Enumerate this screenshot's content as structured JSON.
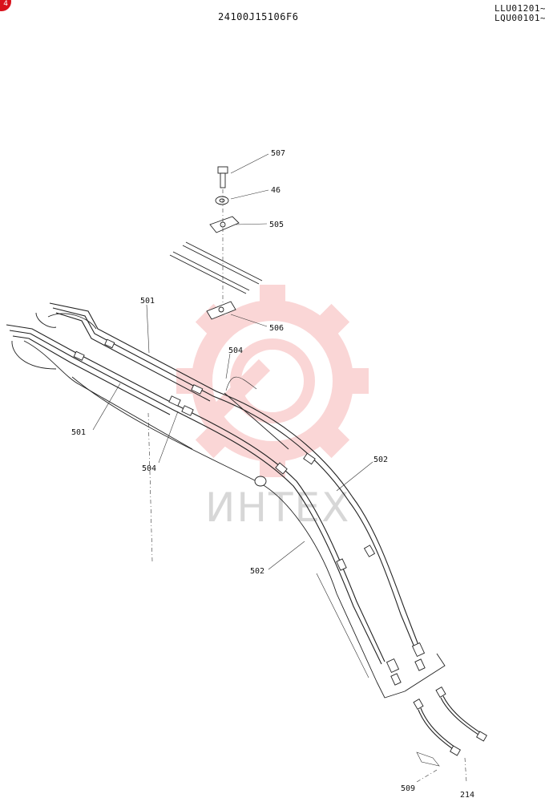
{
  "header": {
    "doc_code": "24100J15106F6",
    "serials": [
      "LLU01201~",
      "LQU00101~"
    ],
    "badge": "4"
  },
  "watermark": {
    "text": "ИНТЕХ",
    "color": "#f4a0a0"
  },
  "callouts": [
    {
      "id": "507",
      "label": "507"
    },
    {
      "id": "46",
      "label": "46"
    },
    {
      "id": "505",
      "label": "505"
    },
    {
      "id": "506",
      "label": "506"
    },
    {
      "id": "501",
      "label": "501"
    },
    {
      "id": "501b",
      "label": "501"
    },
    {
      "id": "504a",
      "label": "504"
    },
    {
      "id": "504b",
      "label": "504"
    },
    {
      "id": "502a",
      "label": "502"
    },
    {
      "id": "502b",
      "label": "502"
    },
    {
      "id": "509",
      "label": "509"
    },
    {
      "id": "214",
      "label": "214"
    }
  ]
}
